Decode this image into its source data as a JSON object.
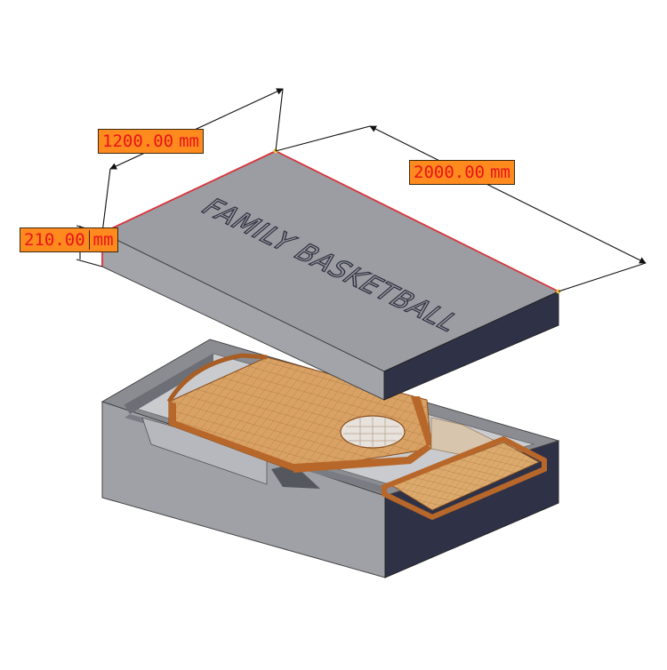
{
  "dimensions": {
    "width": {
      "value": "1200.00",
      "unit": "mm"
    },
    "length": {
      "value": "2000.00",
      "unit": "mm"
    },
    "height": {
      "value": "210.00",
      "unit": "mm"
    }
  },
  "lid": {
    "engraving": "FAMILY BASKETBALL"
  },
  "colors": {
    "lid_top": "#9b9da3",
    "lid_front": "#a2a4a9",
    "lid_right": "#2f3247",
    "edge_highlight": "#d9343c",
    "label_fill": "#ff8a1e",
    "label_text": "#e8141c",
    "wood": "#d9a264",
    "wood_rail": "#b8672a"
  }
}
